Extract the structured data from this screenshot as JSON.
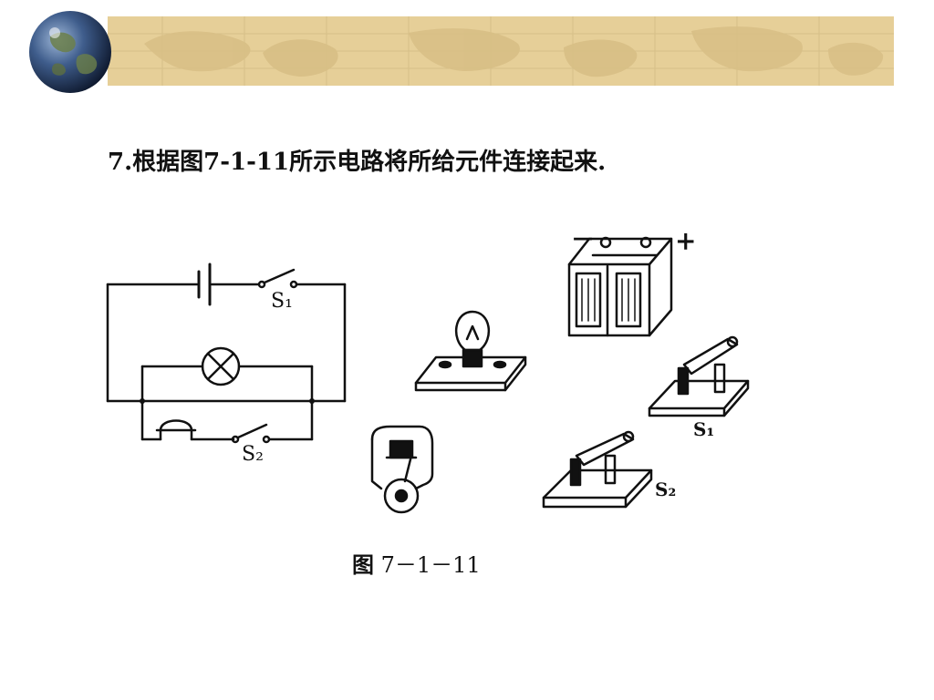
{
  "slide": {
    "question": "7.根据图7-1-11所示电路将所给元件连接起来.",
    "caption_word": "图",
    "caption_number": "7－1－11"
  },
  "circuit": {
    "switch_1": "S₁",
    "switch_2": "S₂"
  },
  "components": {
    "battery_minus": "－",
    "battery_plus": "+",
    "switch_1": "S₁",
    "switch_2": "S₂"
  },
  "colors": {
    "header_band": "#e6cf98",
    "ink": "#111111"
  }
}
